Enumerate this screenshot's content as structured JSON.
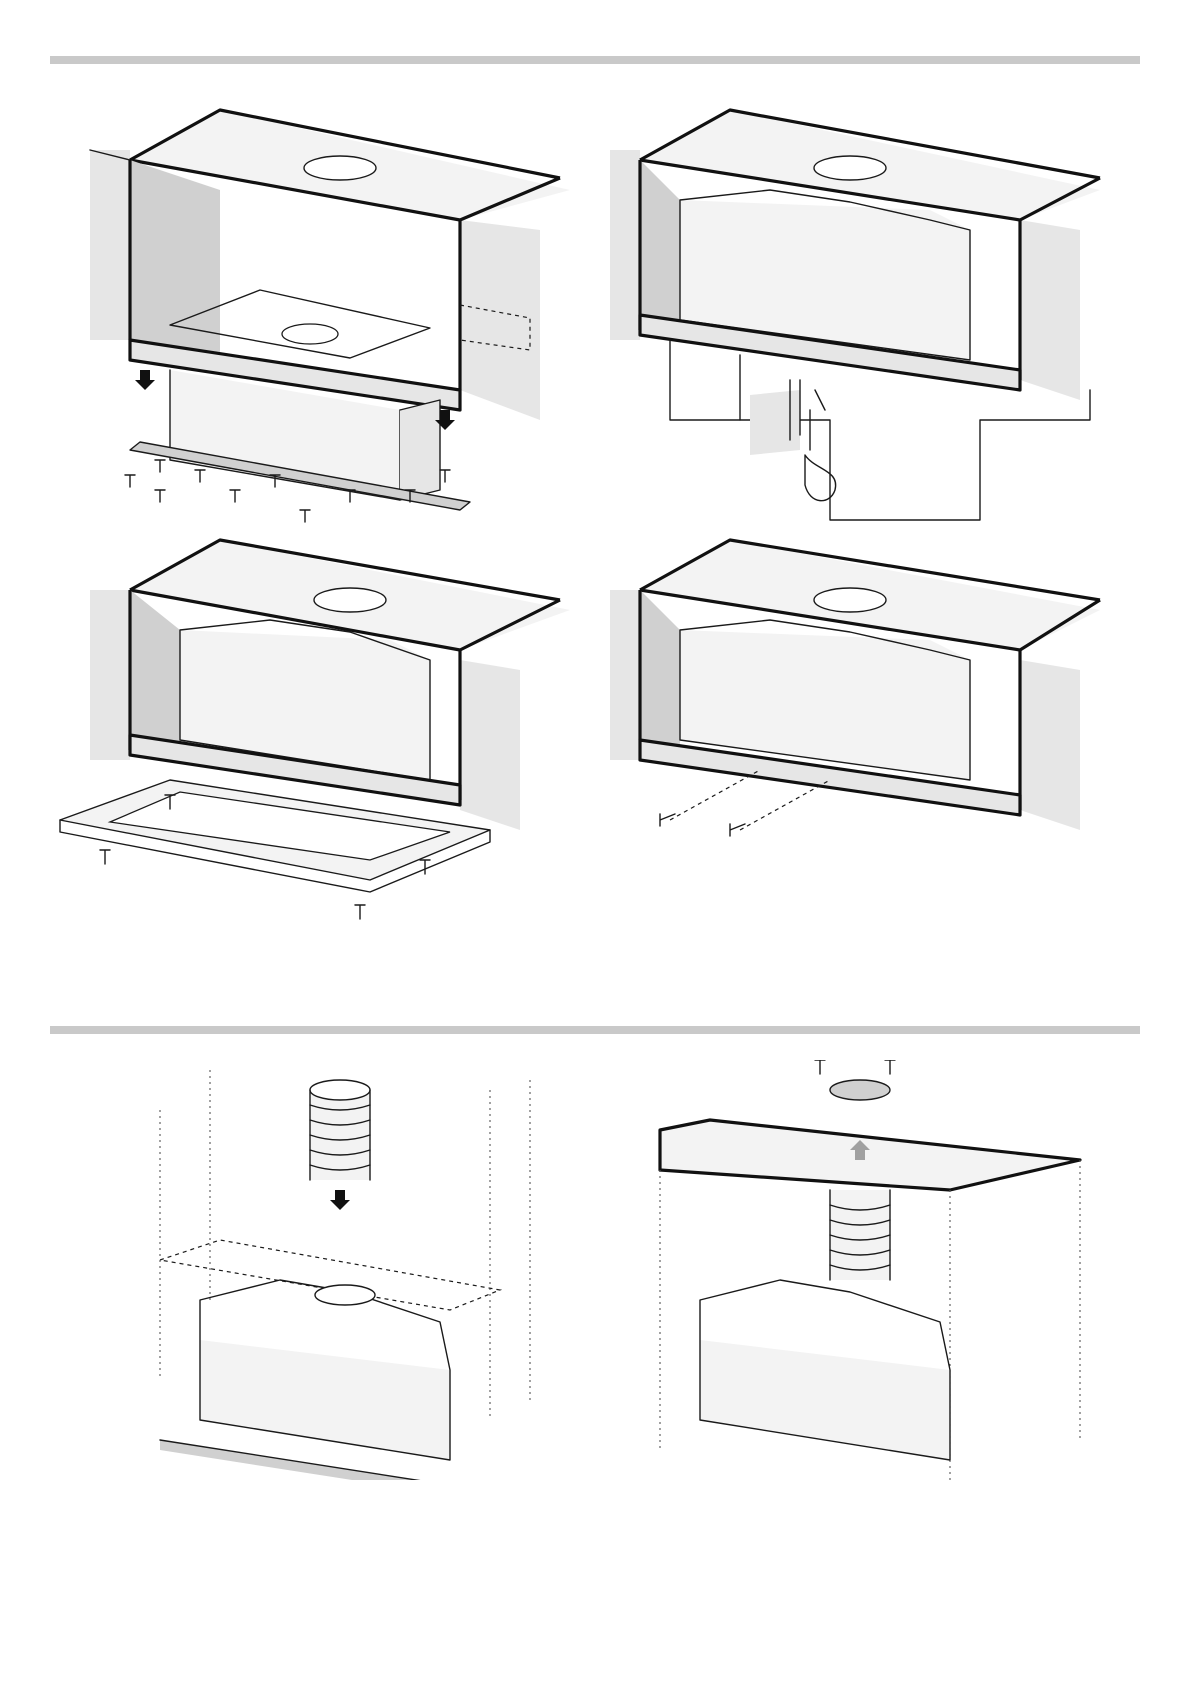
{
  "document": {
    "type": "installation-diagram-page",
    "sections": 2,
    "panels": [
      {
        "id": "cabinet-mount",
        "icons": [
          "up-arrow-icon",
          "up-arrow-icon",
          "screw-icon"
        ]
      },
      {
        "id": "bracket-adjust",
        "icons": [
          "screwdriver-hand-icon"
        ]
      },
      {
        "id": "frame-attach",
        "icons": [
          "screw-icon"
        ]
      },
      {
        "id": "front-screw",
        "icons": [
          "screw-icon"
        ]
      },
      {
        "id": "duct-insert",
        "icons": [
          "down-arrow-icon",
          "flex-duct-icon"
        ]
      },
      {
        "id": "duct-through-cabinet",
        "icons": [
          "up-arrow-icon",
          "screw-icon",
          "flex-duct-icon"
        ]
      }
    ]
  },
  "colors": {
    "divider": "#c9c9c9",
    "outline": "#1a1a1a",
    "shade_light": "#e6e6e6",
    "shade_mid": "#d0d0d0",
    "arrow_gray": "#a0a0a0"
  }
}
